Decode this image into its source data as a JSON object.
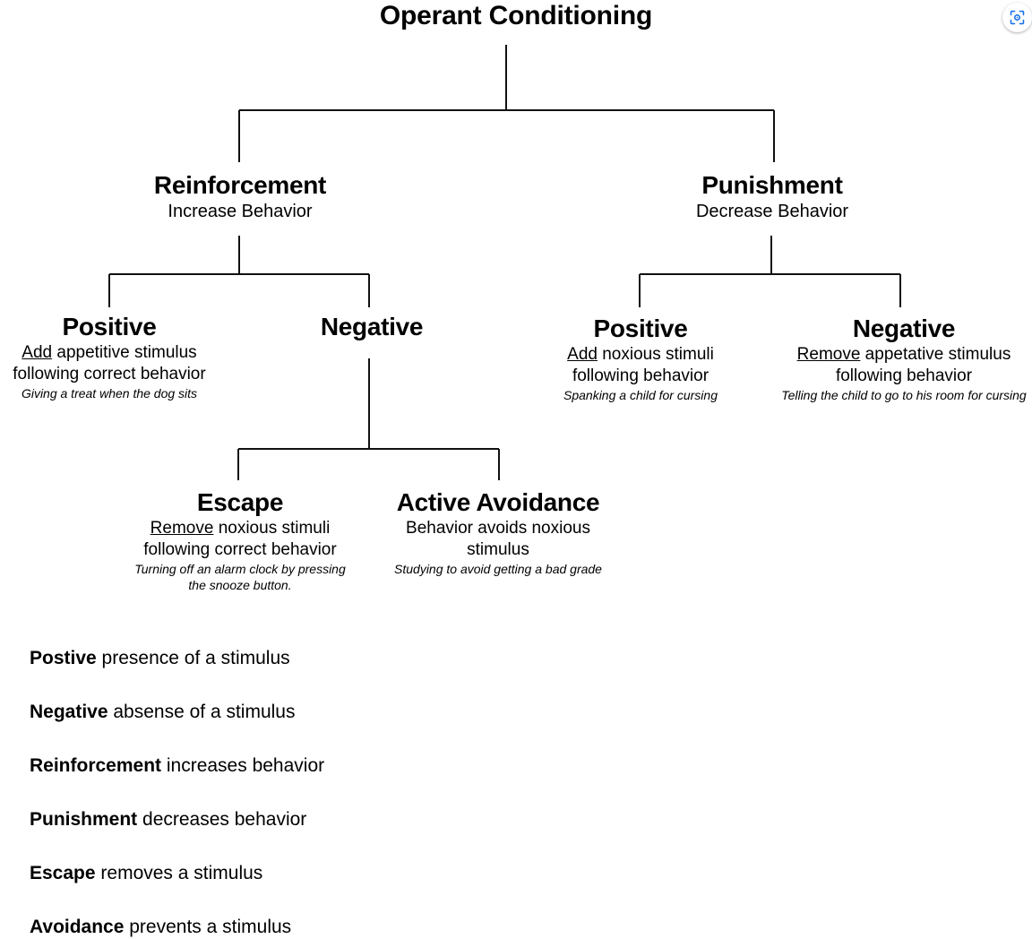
{
  "title": "Operant Conditioning",
  "lens": {
    "icon": "lens-scan-icon",
    "color": "#1a73e8"
  },
  "tree": {
    "reinforcement": {
      "heading": "Reinforcement",
      "sub": "Increase Behavior"
    },
    "punishment": {
      "heading": "Punishment",
      "sub": "Decrease Behavior"
    },
    "positive_reinforcement": {
      "heading": "Positive",
      "desc_underline": "Add",
      "desc_line1_rest": " appetitive stimulus",
      "desc_line2": "following correct behavior",
      "example": "Giving a treat when the dog sits"
    },
    "negative_reinforcement": {
      "heading": "Negative"
    },
    "positive_punishment": {
      "heading": "Positive",
      "desc_underline": "Add",
      "desc_line1_rest": " noxious stimuli",
      "desc_line2": "following behavior",
      "example": "Spanking a child for cursing"
    },
    "negative_punishment": {
      "heading": "Negative",
      "desc_underline": "Remove",
      "desc_line1_rest": " appetative stimulus",
      "desc_line2": "following behavior",
      "example": "Telling the child to go to his room for cursing"
    },
    "escape": {
      "heading": "Escape",
      "desc_underline": "Remove",
      "desc_line1_rest": " noxious stimuli",
      "desc_line2": "following correct behavior",
      "example_line1": "Turning off an alarm clock by pressing",
      "example_line2": "the snooze button."
    },
    "active_avoidance": {
      "heading": "Active Avoidance",
      "desc_line1": "Behavior avoids noxious",
      "desc_line2": "stimulus",
      "example": "Studying to avoid getting a bad grade"
    }
  },
  "glossary": [
    {
      "term": "Postive",
      "def": " presence of a stimulus"
    },
    {
      "term": "Negative",
      "def": " absense of a stimulus"
    },
    {
      "term": "Reinforcement",
      "def": " increases behavior"
    },
    {
      "term": "Punishment",
      "def": " decreases behavior"
    },
    {
      "term": "Escape",
      "def": " removes a stimulus"
    },
    {
      "term": "Avoidance",
      "def": " prevents a stimulus"
    }
  ]
}
